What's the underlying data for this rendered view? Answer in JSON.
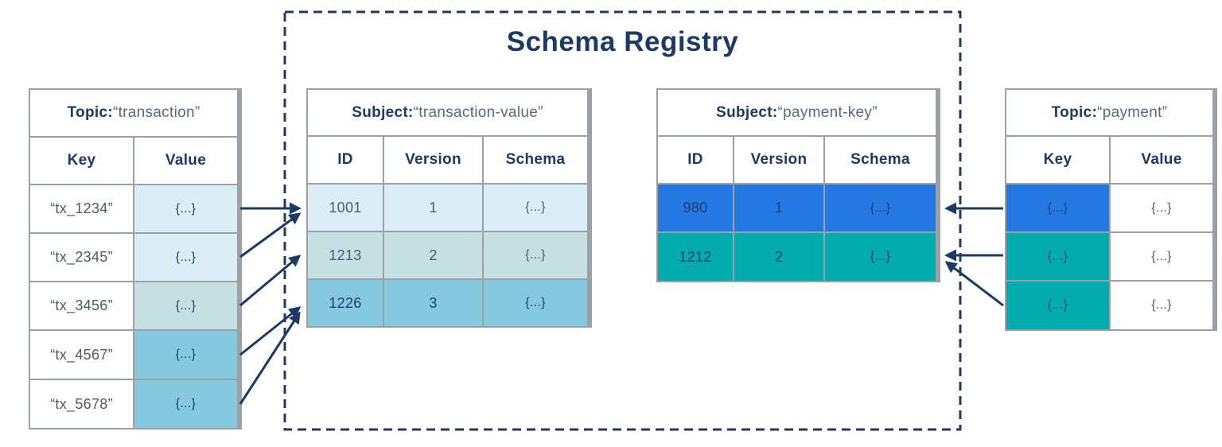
{
  "title": "Schema Registry",
  "separators": {
    "colon": ": "
  },
  "colors": {
    "navy": "#1c3a67",
    "border_gray": "#9aa1a7",
    "muted_gray": "#5d6a74",
    "light_blue": "#dceef5",
    "pale_teal": "#c5e0e2",
    "sky_blue": "#85c9de",
    "bright_blue": "#2478e1",
    "teal": "#02abad"
  },
  "topic_transaction": {
    "label": "Topic",
    "name": "“transaction”",
    "columns": [
      "Key",
      "Value"
    ],
    "rows": [
      {
        "key": "“tx_1234”",
        "value": "{...}",
        "bg": "#dceef5"
      },
      {
        "key": "“tx_2345”",
        "value": "{...}",
        "bg": "#dceef5"
      },
      {
        "key": "“tx_3456”",
        "value": "{...}",
        "bg": "#c5e0e2"
      },
      {
        "key": "“tx_4567”",
        "value": "{...}",
        "bg": "#85c9de"
      },
      {
        "key": "“tx_5678”",
        "value": "{...}",
        "bg": "#85c9de"
      }
    ]
  },
  "subject_transaction_value": {
    "label": "Subject",
    "name": "“transaction-value”",
    "columns": [
      "ID",
      "Version",
      "Schema"
    ],
    "rows": [
      {
        "id": "1001",
        "version": "1",
        "schema": "{...}",
        "bg": "#dceef5"
      },
      {
        "id": "1213",
        "version": "2",
        "schema": "{...}",
        "bg": "#c5e0e2"
      },
      {
        "id": "1226",
        "version": "3",
        "schema": "{...}",
        "bg": "#85c9de"
      }
    ]
  },
  "subject_payment_key": {
    "label": "Subject",
    "name": "“payment-key”",
    "columns": [
      "ID",
      "Version",
      "Schema"
    ],
    "rows": [
      {
        "id": "980",
        "version": "1",
        "schema": "{...}",
        "bg": "#2478e1"
      },
      {
        "id": "1212",
        "version": "2",
        "schema": "{...}",
        "bg": "#02abad"
      }
    ]
  },
  "topic_payment": {
    "label": "Topic",
    "name": "“payment”",
    "columns": [
      "Key",
      "Value"
    ],
    "rows": [
      {
        "key": "{...}",
        "value": "{...}",
        "key_bg": "#2478e1"
      },
      {
        "key": "{...}",
        "value": "{...}",
        "key_bg": "#02abad"
      },
      {
        "key": "{...}",
        "value": "{...}",
        "key_bg": "#02abad"
      }
    ]
  },
  "arrows": [
    {
      "from": "tx_1234 value",
      "to": "schema id 1001"
    },
    {
      "from": "tx_2345 value",
      "to": "schema id 1001"
    },
    {
      "from": "tx_3456 value",
      "to": "schema id 1213"
    },
    {
      "from": "tx_4567 value",
      "to": "schema id 1226"
    },
    {
      "from": "tx_5678 value",
      "to": "schema id 1226"
    },
    {
      "from": "payment key row 1",
      "to": "schema id 980"
    },
    {
      "from": "payment key row 2",
      "to": "schema id 1212"
    },
    {
      "from": "payment key row 3",
      "to": "schema id 1212"
    }
  ]
}
